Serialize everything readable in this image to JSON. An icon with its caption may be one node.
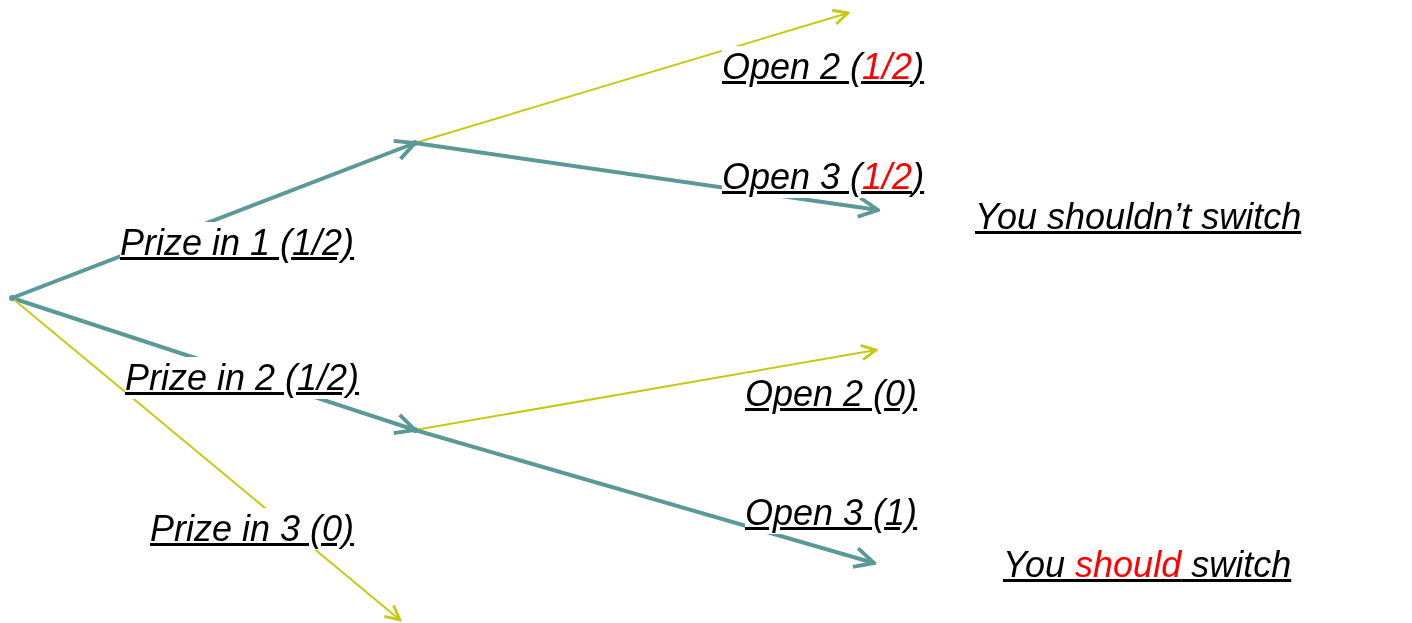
{
  "diagram": {
    "nodes": [
      {
        "text": [],
        "shape": "point"
      },
      {
        "text": [],
        "shape": "point"
      },
      {
        "text": [],
        "shape": "point"
      }
    ],
    "edges": [
      {
        "from": 0,
        "to": 1,
        "arrow": "to",
        "label": "Prize in 1 (1/2)"
      },
      {
        "from": 0,
        "to": 2,
        "arrow": "to",
        "label": "Prize in 2 (1/2)"
      },
      {
        "from": 0,
        "to": null,
        "arrow": "to",
        "label": "Prize in 3 (0)",
        "color": "#c8c814"
      },
      {
        "from": 1,
        "to": null,
        "arrow": "to",
        "label": "Open 2 (**1/2**)",
        "color": "#c8c814"
      },
      {
        "from": 1,
        "to": null,
        "arrow": "to",
        "label": "Open 3 (**1/2**)"
      },
      {
        "from": 2,
        "to": null,
        "arrow": "to",
        "label": "Open 2 (0)",
        "color": "#c8c814"
      },
      {
        "from": 2,
        "to": null,
        "arrow": "to",
        "label": "Open 3 (1)"
      }
    ],
    "labels": [
      "You shouldn’t switch",
      "You **should** switch"
    ]
  }
}
